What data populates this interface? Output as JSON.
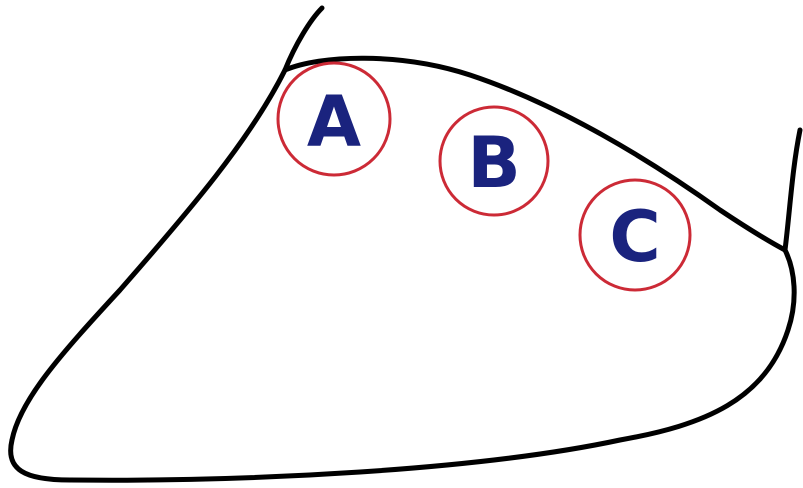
{
  "colors": {
    "outline": "#000000",
    "ring": "#cc2a36",
    "letter": "#1a237e",
    "background": "#ffffff"
  },
  "markers": [
    {
      "label": "A"
    },
    {
      "label": "B"
    },
    {
      "label": "C"
    }
  ]
}
